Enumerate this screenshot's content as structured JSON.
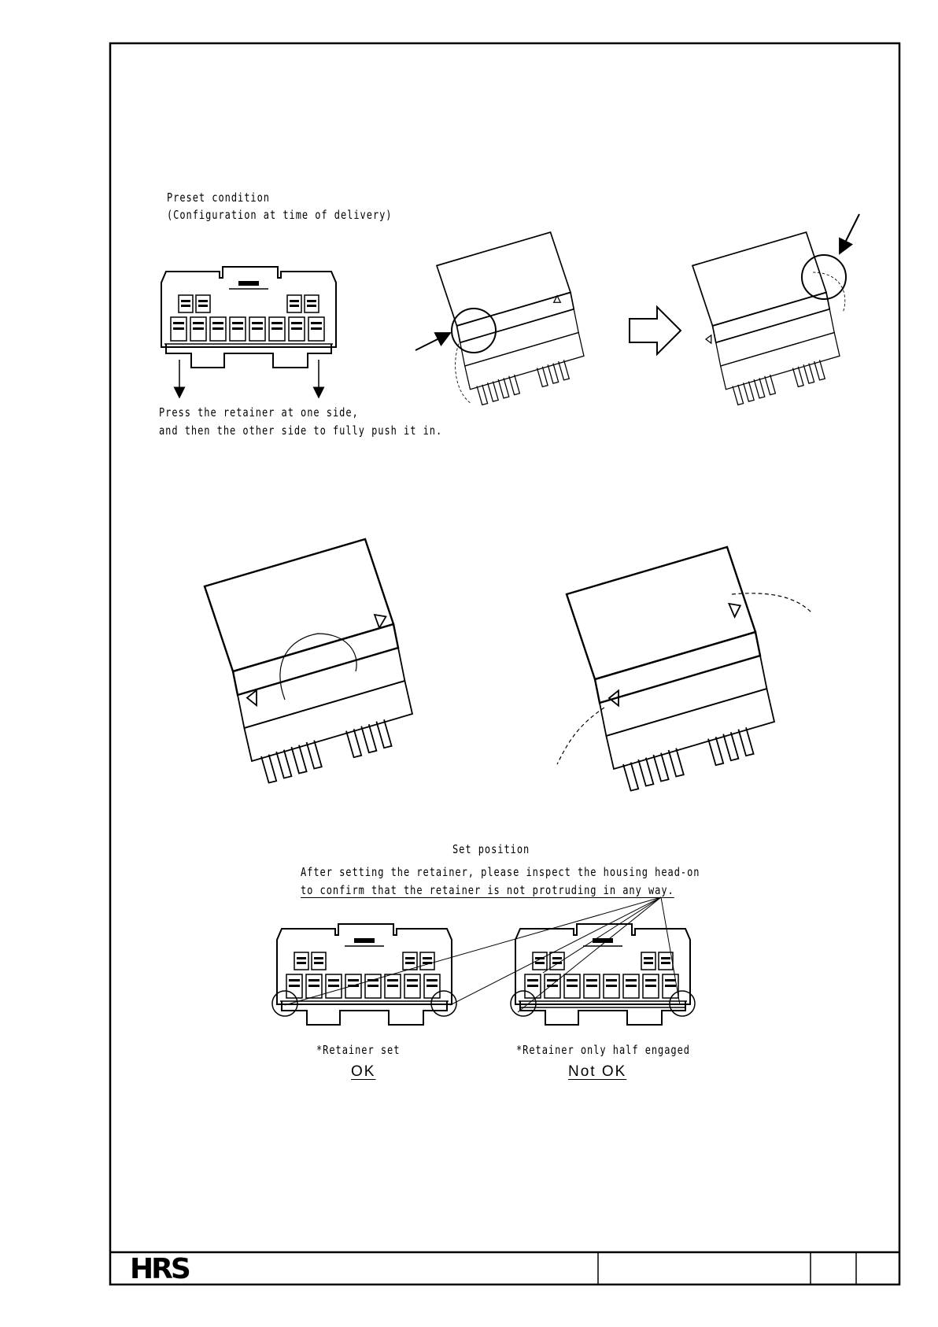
{
  "brand": {
    "logo_text": "HRS"
  },
  "preset": {
    "title_line1": "Preset condition",
    "title_line2": "(Configuration at time of delivery)",
    "instruction_line1": "Press the retainer at one side,",
    "instruction_line2": "and then the other side to fully push it in."
  },
  "set_position": {
    "title": "Set position",
    "note_line1": "After setting the retainer, please inspect the housing head-on",
    "note_line2": "to confirm that the retainer is not protruding in any way."
  },
  "results": {
    "ok_caption": "*Retainer set",
    "ok_verdict": "OK",
    "ng_caption": "*Retainer only half engaged",
    "ng_verdict": "Not OK"
  }
}
